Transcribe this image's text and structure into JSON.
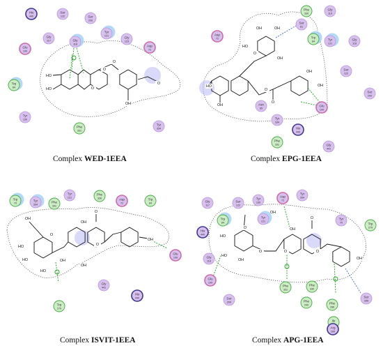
{
  "colors": {
    "greasy": "#cfb5f0",
    "polar": "#d8c0ee",
    "polar_stroke": "#b898dc",
    "acidic": "#cf6aa8",
    "basic": "#3c3890",
    "hydrophobic_fill": "#ccecc4",
    "hydrophobic_stroke": "#43a843",
    "exposure": "#a7d2f4",
    "halo": "#b9b9f6",
    "hbond": "#1aa31a",
    "blue_bond": "#4466ee"
  },
  "panels": [
    {
      "id": "wed",
      "caption_prefix": "Complex ",
      "caption_bold": "WED-1EEA",
      "residues": [
        {
          "name": "His",
          "num": "440",
          "kind": "basic"
        },
        {
          "name": "Ser",
          "num": "122",
          "kind": "polar"
        },
        {
          "name": "Ser",
          "num": "200",
          "kind": "polar"
        },
        {
          "name": "Gly",
          "num": "117",
          "kind": "polar"
        },
        {
          "name": "Gly",
          "num": "118",
          "kind": "polar",
          "exposure": true
        },
        {
          "name": "Tyr",
          "num": "121",
          "kind": "polar",
          "exposure": true
        },
        {
          "name": "Gly",
          "num": "123",
          "kind": "polar"
        },
        {
          "name": "Glu",
          "num": "199",
          "kind": "acidic"
        },
        {
          "name": "Asp",
          "num": "72",
          "kind": "acidic"
        },
        {
          "name": "Trp",
          "num": "84",
          "kind": "hydrophobic",
          "exposure": true
        },
        {
          "name": "Tyr",
          "num": "130",
          "kind": "polar"
        },
        {
          "name": "Phe",
          "num": "331",
          "kind": "hydrophobic"
        },
        {
          "name": "Tyr",
          "num": "334",
          "kind": "polar"
        }
      ],
      "atoms": [
        "HO",
        "HO",
        "O",
        "O",
        "O",
        "O",
        "OH"
      ]
    },
    {
      "id": "epg",
      "caption_prefix": "Complex ",
      "caption_bold": "EPG-1EEA",
      "residues": [
        {
          "name": "Phe",
          "num": "330",
          "kind": "hydrophobic"
        },
        {
          "name": "Gly",
          "num": "119",
          "kind": "polar"
        },
        {
          "name": "Ser",
          "num": "81",
          "kind": "polar"
        },
        {
          "name": "Asp",
          "num": "72",
          "kind": "acidic"
        },
        {
          "name": "Trp",
          "num": "84",
          "kind": "hydrophobic",
          "exposure": true
        },
        {
          "name": "Tyr",
          "num": "121",
          "kind": "polar",
          "exposure": true
        },
        {
          "name": "Gly",
          "num": "118",
          "kind": "polar"
        },
        {
          "name": "Ser",
          "num": "122",
          "kind": "polar"
        },
        {
          "name": "Ser",
          "num": "200",
          "kind": "polar"
        },
        {
          "name": "Glu",
          "num": "199",
          "kind": "acidic"
        },
        {
          "name": "Asn",
          "num": "85",
          "kind": "polar"
        },
        {
          "name": "Tyr",
          "num": "334",
          "kind": "polar"
        },
        {
          "name": "His",
          "num": "440",
          "kind": "basic"
        },
        {
          "name": "Phe",
          "num": "331",
          "kind": "hydrophobic"
        },
        {
          "name": "Gly",
          "num": "441",
          "kind": "polar"
        }
      ],
      "atoms": [
        "OH",
        "OH",
        "HO",
        "OH",
        "O",
        "O",
        "O",
        "OH",
        "OH",
        "HO",
        "OH"
      ]
    },
    {
      "id": "isvit",
      "caption_prefix": "Complex ",
      "caption_bold": "ISVIT-1EEA",
      "residues": [
        {
          "name": "Trp",
          "num": "70",
          "kind": "hydrophobic",
          "exposure": true
        },
        {
          "name": "Tyr",
          "num": "334",
          "kind": "polar",
          "exposure": true
        },
        {
          "name": "Phe",
          "num": "331",
          "kind": "hydrophobic"
        },
        {
          "name": "Tyr",
          "num": "121",
          "kind": "polar"
        },
        {
          "name": "Phe",
          "num": "330",
          "kind": "hydrophobic"
        },
        {
          "name": "Asp",
          "num": "72",
          "kind": "acidic"
        },
        {
          "name": "Trp",
          "num": "84",
          "kind": "hydrophobic"
        },
        {
          "name": "Glu",
          "num": "199",
          "kind": "acidic"
        },
        {
          "name": "Gly",
          "num": "441",
          "kind": "polar"
        },
        {
          "name": "His",
          "num": "440",
          "kind": "basic"
        },
        {
          "name": "Trp",
          "num": "279",
          "kind": "hydrophobic"
        }
      ],
      "atoms": [
        "OH",
        "HO",
        "O",
        "HO",
        "O",
        "HO",
        "OH",
        "OH",
        "OH",
        "O",
        "OH"
      ]
    },
    {
      "id": "apg",
      "caption_prefix": "Complex ",
      "caption_bold": "APG-1EEA",
      "residues": [
        {
          "name": "Tyr",
          "num": "334",
          "kind": "polar"
        },
        {
          "name": "Gly",
          "num": "117",
          "kind": "polar"
        },
        {
          "name": "Ser",
          "num": "122",
          "kind": "polar"
        },
        {
          "name": "Tyr",
          "num": "130",
          "kind": "polar"
        },
        {
          "name": "Trp",
          "num": "84",
          "kind": "hydrophobic",
          "exposure": true
        },
        {
          "name": "Tyr",
          "num": "121",
          "kind": "polar",
          "exposure": true
        },
        {
          "name": "Asp",
          "num": "72",
          "kind": "acidic"
        },
        {
          "name": "Tyr",
          "num": "70",
          "kind": "polar"
        },
        {
          "name": "His",
          "num": "440",
          "kind": "basic"
        },
        {
          "name": "Trp",
          "num": "279",
          "kind": "hydrophobic"
        },
        {
          "name": "Gly",
          "num": "118",
          "kind": "polar"
        },
        {
          "name": "Glu",
          "num": "199",
          "kind": "acidic"
        },
        {
          "name": "Phe",
          "num": "331",
          "kind": "hydrophobic"
        },
        {
          "name": "Phe",
          "num": "330",
          "kind": "hydrophobic"
        },
        {
          "name": "Phe",
          "num": "290",
          "kind": "hydrophobic"
        },
        {
          "name": "Phe",
          "num": "288",
          "kind": "hydrophobic"
        },
        {
          "name": "Ser",
          "num": "200",
          "kind": "polar"
        },
        {
          "name": "Ser",
          "num": "286",
          "kind": "polar"
        },
        {
          "name": "Ile",
          "num": "287",
          "kind": "hydrophobic"
        },
        {
          "name": "Arg",
          "num": "289",
          "kind": "basic"
        }
      ],
      "atoms": [
        "OH",
        "HO",
        "O",
        "HO",
        "O",
        "OH",
        "O",
        "OH",
        "O",
        "O",
        "OH"
      ]
    }
  ]
}
